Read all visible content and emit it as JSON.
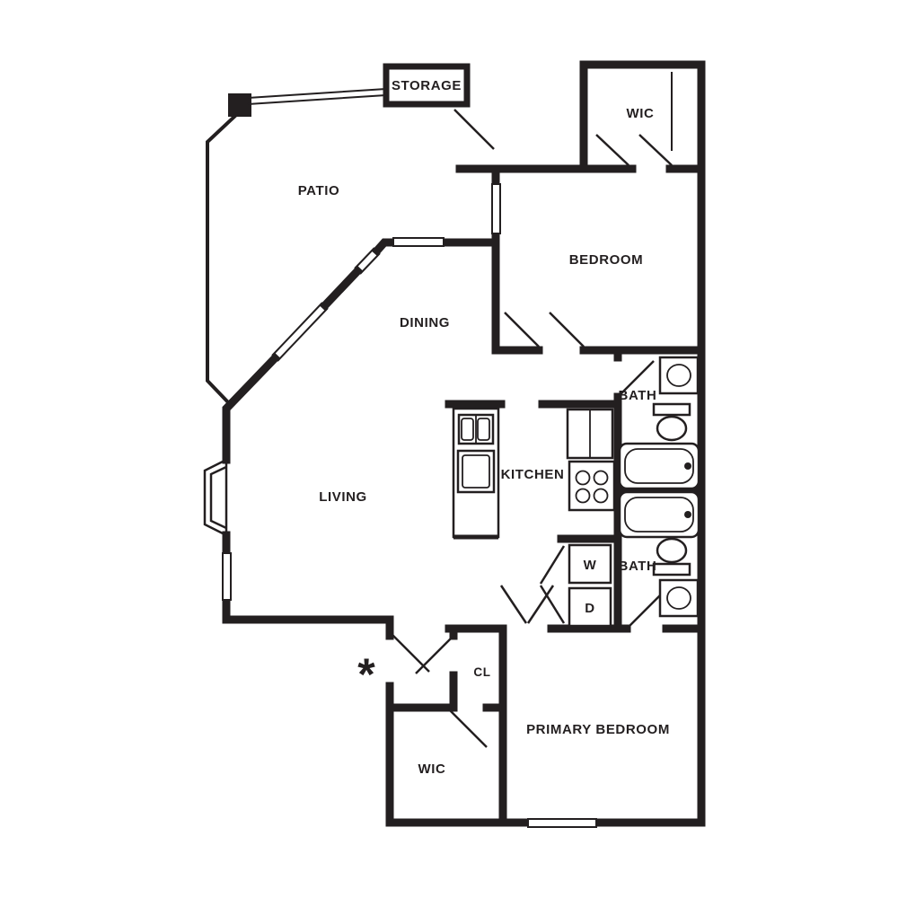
{
  "colors": {
    "wall": "#231f20",
    "background": "#ffffff",
    "text": "#231f20"
  },
  "rooms": {
    "storage": "STORAGE",
    "wic_upper": "WIC",
    "patio": "PATIO",
    "bedroom": "BEDROOM",
    "dining": "DINING",
    "bath_upper": "BATH",
    "kitchen": "KITCHEN",
    "living": "LIVING",
    "bath_lower": "BATH",
    "closet": "CL",
    "primary_bedroom": "PRIMARY BEDROOM",
    "wic_lower": "WIC"
  },
  "appliances": {
    "washer": "W",
    "dryer": "D"
  },
  "symbols": {
    "entry_marker": "*"
  }
}
